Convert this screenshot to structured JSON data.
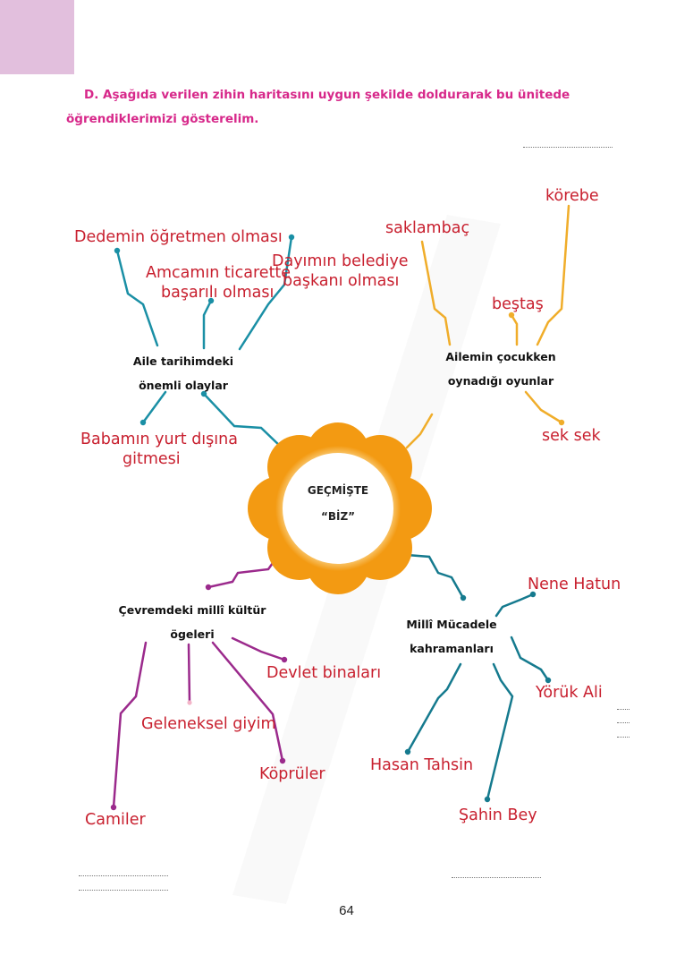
{
  "instruction": {
    "text": "D. Aşağıda verilen zihin haritasını uygun şekilde doldurarak bu ünitede öğrendiklerimizi gösterelim."
  },
  "center": {
    "line1": "GEÇMİŞTE",
    "line2": "“BİZ”"
  },
  "nodes": {
    "family_history": {
      "line1": "Aile tarihimdeki",
      "line2": "önemli olaylar"
    },
    "childhood_games": {
      "line1": "Ailemin çocukken",
      "line2": "oynadığı oyunlar"
    },
    "culture": {
      "line1": "Çevremdeki millî kültür",
      "line2": "ögeleri"
    },
    "heroes": {
      "line1": "Millî Mücadele",
      "line2": "kahramanları"
    }
  },
  "labels": {
    "grandfather_teacher": "Dedemin öğretmen olması",
    "uncle_trade_1": "Amcamın ticarette",
    "uncle_trade_2": "başarılı olması",
    "uncle_mayor_1": "Dayımın belediye",
    "uncle_mayor_2": "başkanı olması",
    "father_abroad_1": "Babamın yurt dışına",
    "father_abroad_2": "gitmesi",
    "saklambac": "saklambaç",
    "korebe": "körebe",
    "bestas": "beştaş",
    "seksek": "sek sek",
    "nene_hatun": "Nene Hatun",
    "yoruk_ali": "Yörük Ali",
    "hasan_tahsin": "Hasan Tahsin",
    "sahin_bey": "Şahin Bey",
    "devlet_binalari": "Devlet binaları",
    "geleneksel_giyim": "Geleneksel giyim",
    "kopruler": "Köprüler",
    "camiler": "Camiler"
  },
  "page_number": "64",
  "colors": {
    "teal": "#1a8fa5",
    "orange": "#f0ad2a",
    "purple": "#9b2a8c",
    "darkteal": "#157a8e",
    "label_red": "#c8202f",
    "heading_pink": "#d7288a",
    "corner": "#e2bfdd"
  }
}
